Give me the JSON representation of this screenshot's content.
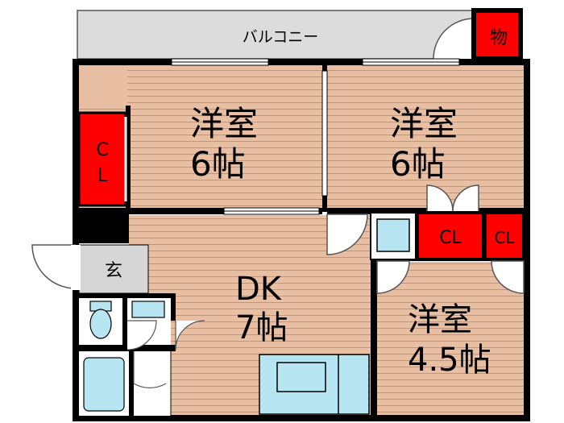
{
  "rooms": {
    "balcony": "バルコニー",
    "storage": "物",
    "western_room_1": {
      "line1": "洋室",
      "line2": "6帖"
    },
    "western_room_2": {
      "line1": "洋室",
      "line2": "6帖"
    },
    "western_room_3": {
      "line1": "洋室",
      "line2": "4.5帖"
    },
    "dining_kitchen": {
      "line1": "DK",
      "line2": "7帖"
    },
    "entrance": "玄"
  },
  "closets": {
    "cl_left": {
      "line1": "C",
      "line2": "L"
    },
    "cl_middle": "CL",
    "cl_right": "CL"
  },
  "colors": {
    "wall": "#000000",
    "floor_wood": "#e8bfa3",
    "floor_lines": "#c9917a",
    "closet_red": "#ff0000",
    "balcony_gray": "#dcdcdc",
    "bath_blue": "#b7e6f2",
    "entrance_gray": "#d6d6d6"
  }
}
